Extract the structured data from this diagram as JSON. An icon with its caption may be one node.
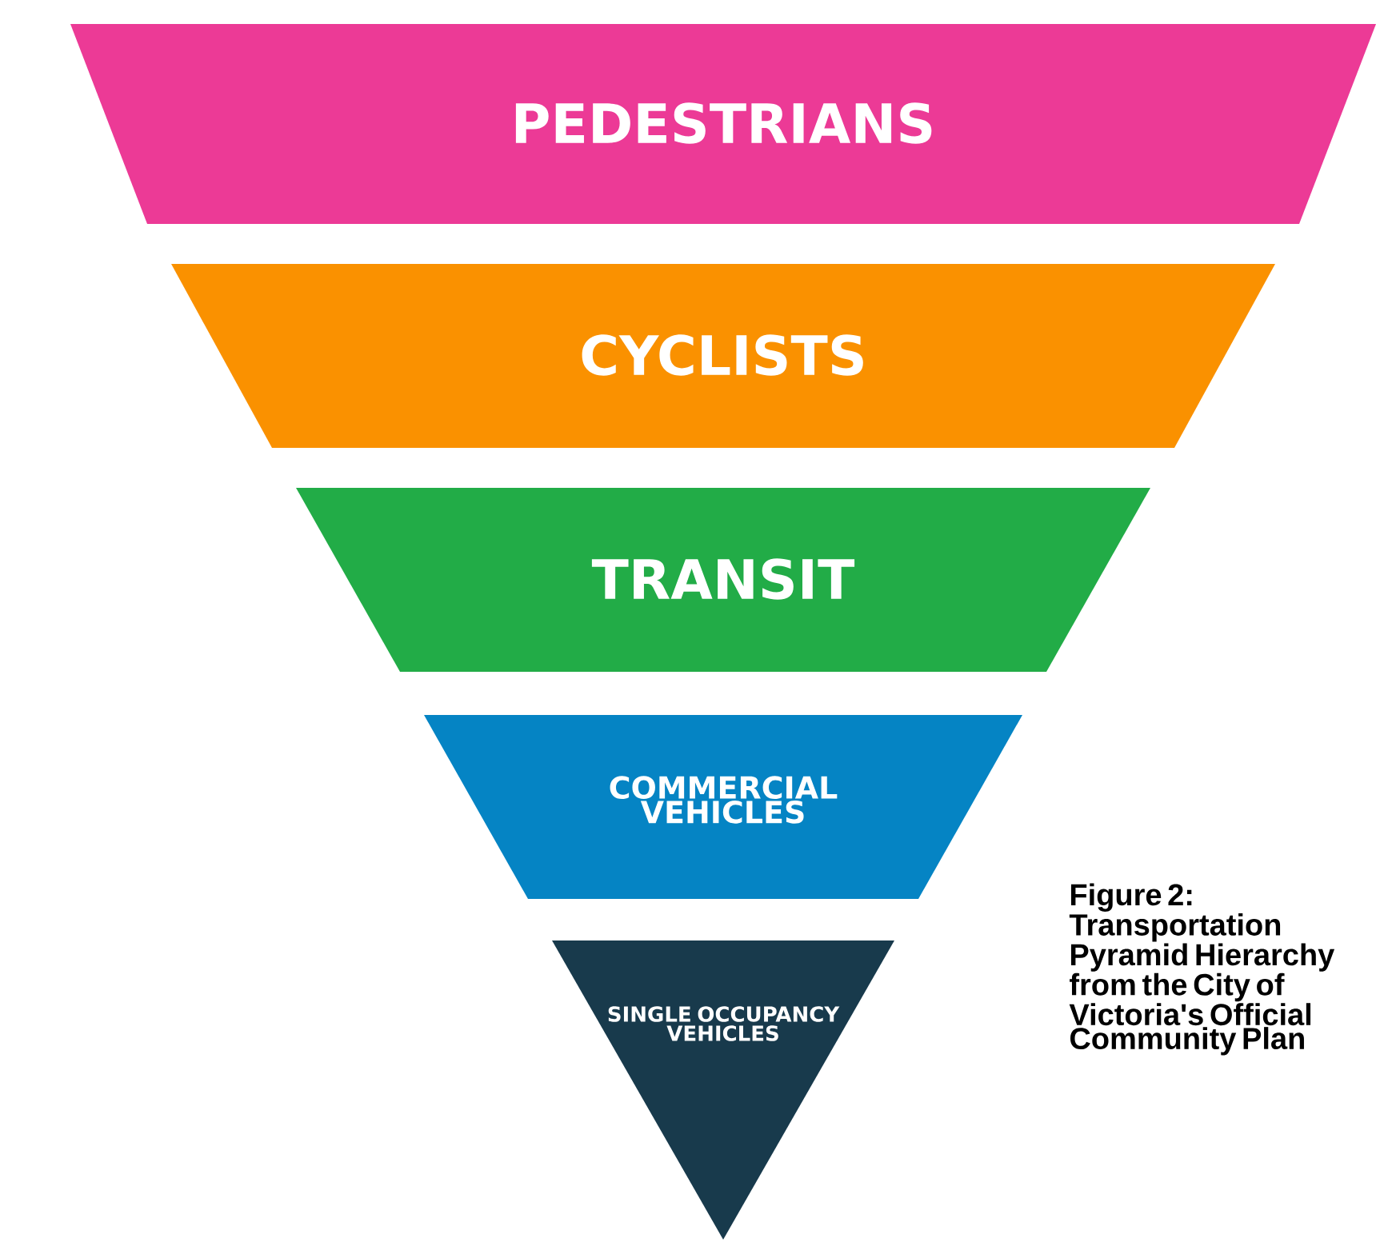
{
  "diagram": {
    "caption": "Figure 2: Transportation Pyramid Hierarchy from the City of Victoria's Official Community Plan",
    "nodes": [
      {
        "text": [
          "PEDESTRIANS"
        ]
      },
      {
        "text": [
          "CYCLISTS"
        ]
      },
      {
        "text": [
          "TRANSIT"
        ]
      },
      {
        "text": [
          "COMMERCIAL VEHICLES"
        ]
      },
      {
        "text": [
          "SINGLE OCCUPANCY VEHICLES"
        ]
      }
    ]
  }
}
